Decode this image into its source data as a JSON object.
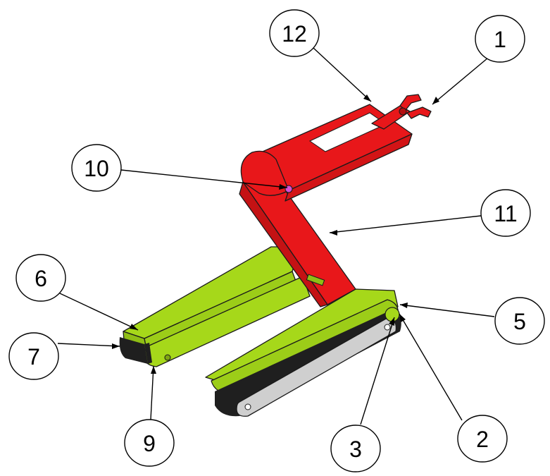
{
  "callouts": [
    {
      "id": "12",
      "label": "12"
    },
    {
      "id": "1",
      "label": "1"
    },
    {
      "id": "10",
      "label": "10"
    },
    {
      "id": "11",
      "label": "11"
    },
    {
      "id": "6",
      "label": "6"
    },
    {
      "id": "5",
      "label": "5"
    },
    {
      "id": "7",
      "label": "7"
    },
    {
      "id": "9",
      "label": "9"
    },
    {
      "id": "3",
      "label": "3"
    },
    {
      "id": "2",
      "label": "2"
    }
  ],
  "colors": {
    "arm": "#e8171a",
    "arm_dark": "#b30e10",
    "track": "#a6d81a",
    "track_dark": "#7fa612",
    "tread": "#1f1f1f",
    "side_plate": "#cfcfcf",
    "pin": "#d64fd6"
  },
  "parts": [
    "gripper",
    "arm-upper",
    "arm-lower",
    "shoulder-joint",
    "track-left",
    "track-right",
    "side-plate",
    "tread",
    "axle"
  ]
}
